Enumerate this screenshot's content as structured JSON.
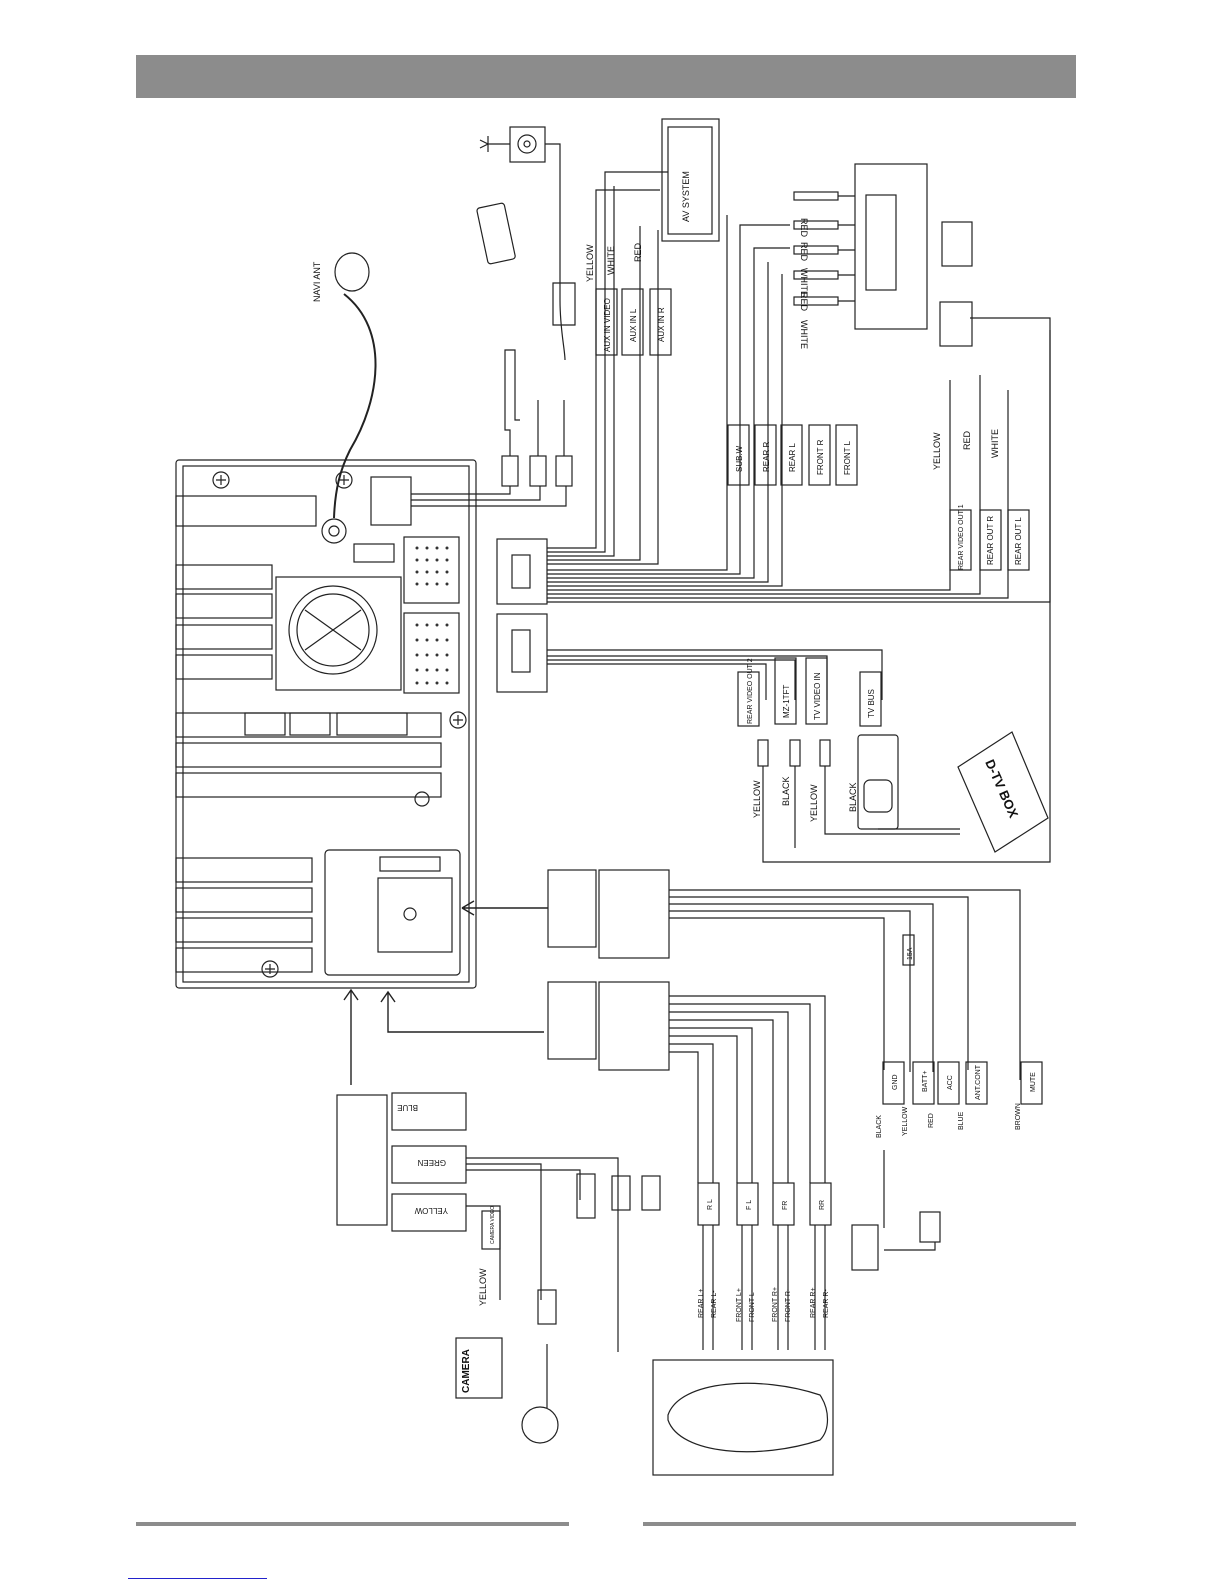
{
  "diagram": {
    "labels": {
      "navi_ant": "NAVI ANT",
      "av_system": "AV SYSTEM",
      "yellow": "YELLOW",
      "white": "WHITE",
      "red": "RED",
      "black": "BLACK",
      "blue": "BLUE",
      "brown": "BROWN",
      "green": "GREEN",
      "aux_in_video": "AUX IN VIDEO",
      "aux_in_l": "AUX IN L",
      "aux_in_r": "AUX IN R",
      "sub_w": "SUB.W",
      "rear_r": "REAR R",
      "rear_l": "REAR L",
      "front_r": "FRONT R",
      "front_l": "FRONT L",
      "rear_video_out1": "REAR VIDEO OUT 1",
      "rear_out_r": "REAR OUT R",
      "rear_out_l": "REAR OUT L",
      "rear_video_out2": "REAR VIDEO OUT 2",
      "mz_1tft": "MZ-1TFT",
      "tv_video_in": "TV VIDEO IN",
      "tv_bus": "TV BUS",
      "d_tv_box": "D-TV BOX",
      "gnd": "GND",
      "batt": "BATT+",
      "acc": "ACC",
      "ant_cont": "ANT.CONT",
      "mute": "MUTE",
      "fuse": "15A",
      "rl": "R L",
      "fl": "F L",
      "fr": "FR",
      "rr": "RR",
      "rear_l_plus": "REAR L+",
      "rear_l_minus": "REAR L-",
      "front_l_plus": "FRONT L+",
      "front_l_minus": "FRONT L-",
      "front_r_plus": "FRONT R+",
      "front_r_minus": "FRONT R-",
      "rear_r_plus": "REAR R+",
      "rear_r_minus": "REAR R-",
      "camera": "CAMERA",
      "camera_video": "CAMERA VIDEO"
    }
  }
}
